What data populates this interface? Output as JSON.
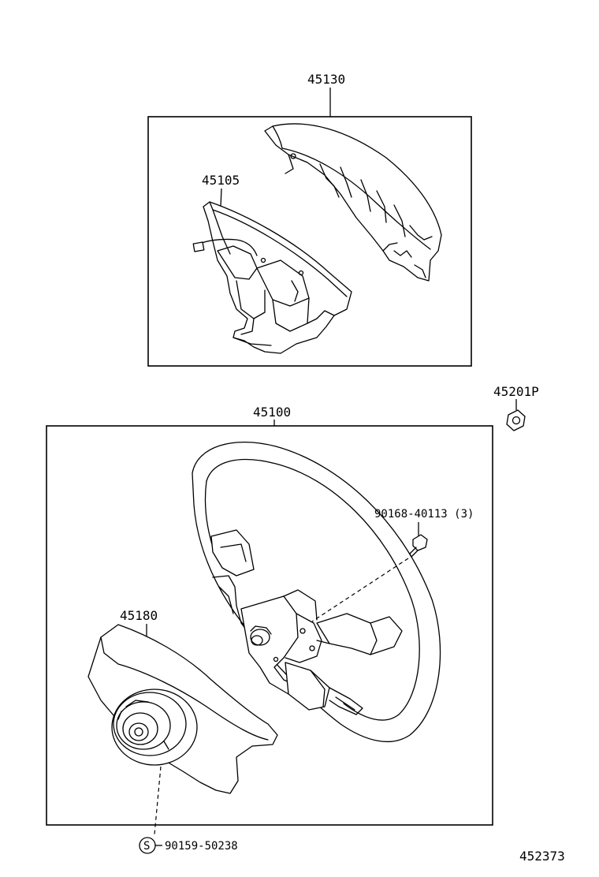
{
  "parts": {
    "p45130": "45130",
    "p45105": "45105",
    "p45201p": "45201P",
    "p45100": "45100",
    "p90168": "90168-40113 (3)",
    "p45180": "45180",
    "p90159": "90159-50238",
    "s_marker": "S"
  },
  "figure_id": "452373"
}
